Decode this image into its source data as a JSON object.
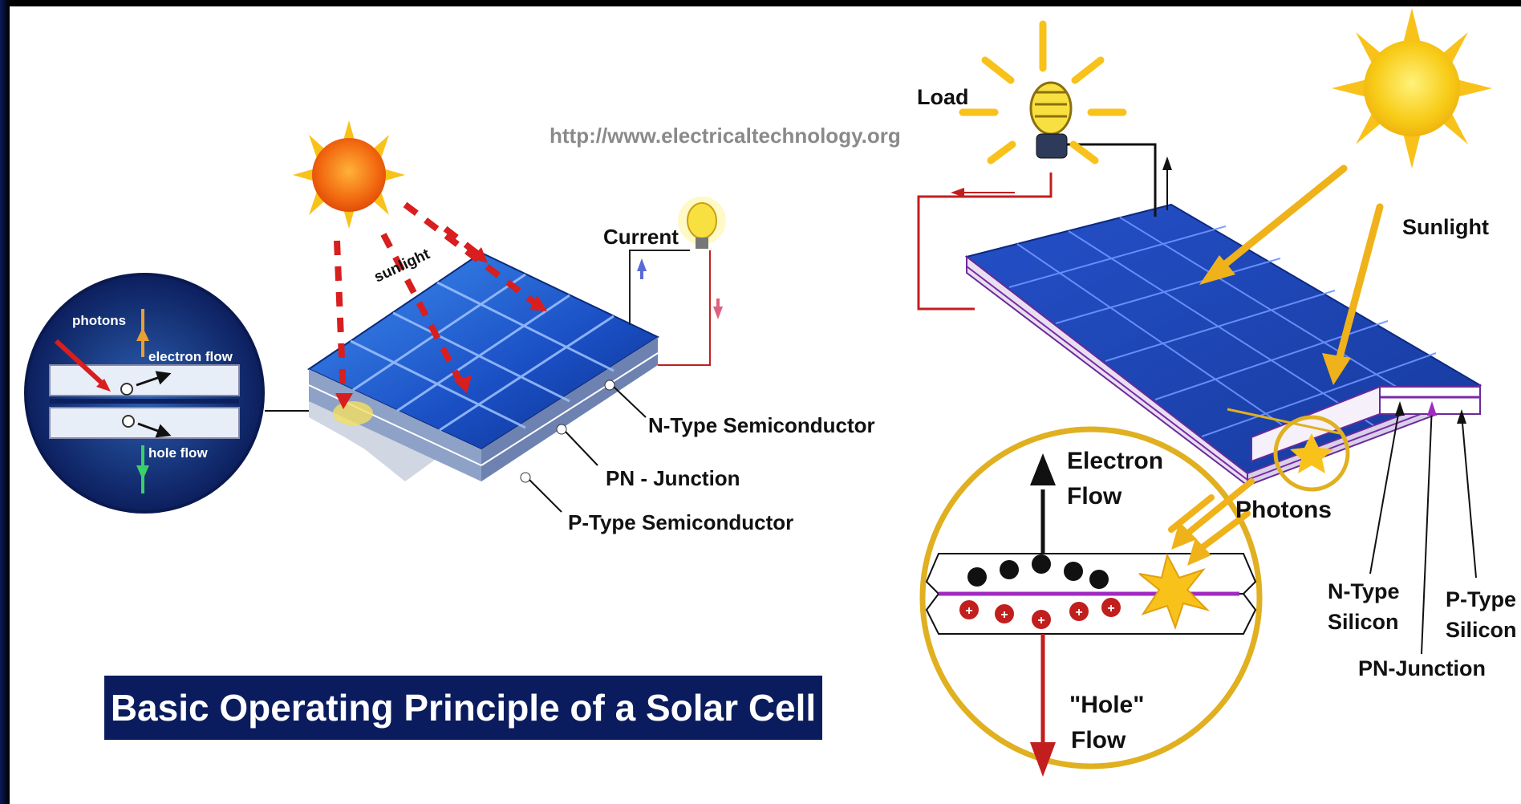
{
  "title": "Basic Operating Principle of a Solar Cell",
  "url": "http://www.electricaltechnology.org",
  "left": {
    "inset": {
      "photons": "photons",
      "electron_flow": "electron flow",
      "hole_flow": "hole flow"
    },
    "sunlight": "sunlight",
    "current": "Current",
    "n_type": "N-Type Semiconductor",
    "pn_junction": "PN - Junction",
    "p_type": "P-Type Semiconductor"
  },
  "right": {
    "load": "Load",
    "sunlight": "Sunlight",
    "electron_flow_1": "Electron",
    "electron_flow_2": "Flow",
    "photons": "Photons",
    "hole_flow_1": "\"Hole\"",
    "hole_flow_2": "Flow",
    "n_type_1": "N-Type",
    "n_type_2": "Silicon",
    "p_type_1": "P-Type",
    "p_type_2": "Silicon",
    "pn_junction": "PN-Junction"
  },
  "colors": {
    "background": "#ffffff",
    "panel_blue": "#1d3fb8",
    "title_banner": "#0b1c5e",
    "sun_orange": "#f07a14",
    "sun_yellow": "#f8c21a",
    "arrow_red": "#d81e1e",
    "circle_gold": "#e0b020"
  }
}
